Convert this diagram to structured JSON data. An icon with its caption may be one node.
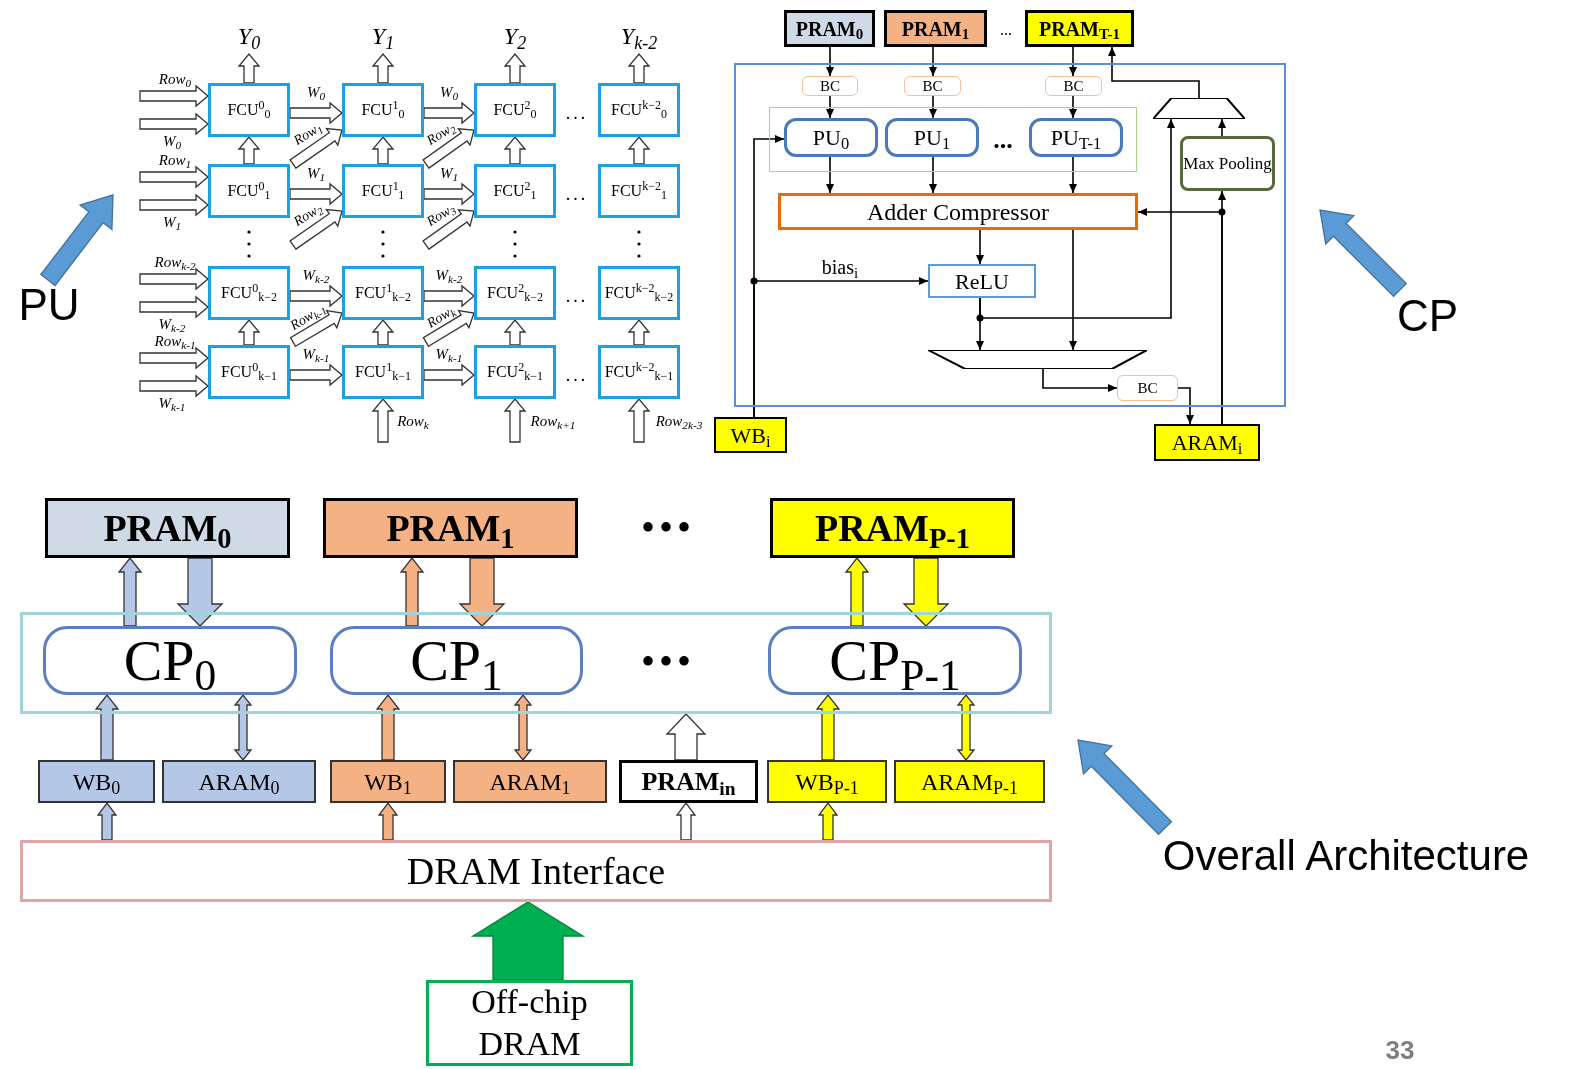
{
  "diagram": {
    "nodes": [
      {
        "text": [
          "FCU$^{0}$$_{0}$"
        ]
      },
      {
        "text": [
          "FCU$^{1}$$_{0}$"
        ]
      },
      {
        "text": [
          "FCU$^{2}$$_{0}$"
        ]
      },
      {
        "text": [
          "FCU$^{k−2}$$_{0}$"
        ]
      },
      {
        "text": [
          "FCU$^{0}$$_{1}$"
        ]
      },
      {
        "text": [
          "FCU$^{1}$$_{1}$"
        ]
      },
      {
        "text": [
          "FCU$^{2}$$_{1}$"
        ]
      },
      {
        "text": [
          "FCU$^{k−2}$$_{1}$"
        ]
      },
      {
        "text": [
          "FCU$^{0}$$_{k−2}$"
        ]
      },
      {
        "text": [
          "FCU$^{1}$$_{k−2}$"
        ]
      },
      {
        "text": [
          "FCU$^{2}$$_{k−2}$"
        ]
      },
      {
        "text": [
          "FCU$^{k−2}$$_{k−2}$"
        ]
      },
      {
        "text": [
          "FCU$^{0}$$_{k−1}$"
        ]
      },
      {
        "text": [
          "FCU$^{1}$$_{k−1}$"
        ]
      },
      {
        "text": [
          "FCU$^{2}$$_{k−1}$"
        ]
      },
      {
        "text": [
          "FCU$^{k−2}$$_{k−1}$"
        ]
      },
      {
        "text": [
          "PU"
        ]
      },
      {
        "text": [
          "PRAM$_{0}$"
        ]
      },
      {
        "text": [
          "PRAM$_{1}$"
        ]
      },
      {
        "text": [
          "PRAM$_{T-1}$"
        ]
      },
      {
        "text": [],
        "shape": "box"
      },
      {
        "text": [
          "BC"
        ],
        "in": 20
      },
      {
        "text": [
          "BC"
        ],
        "in": 20
      },
      {
        "text": [
          "BC"
        ],
        "in": 20
      },
      {
        "text": [],
        "shape": "box",
        "in": 20
      },
      {
        "text": [
          "PU$_{0}$"
        ],
        "in": 24
      },
      {
        "text": [
          "PU$_{1}$"
        ],
        "in": 24
      },
      {
        "text": [
          "PU$_{T-1}$"
        ],
        "in": 24
      },
      {
        "text": [],
        "shape": "trapezoid",
        "in": 20
      },
      {
        "text": [
          "Max Pooling"
        ],
        "in": 20
      },
      {
        "text": [
          "Adder Compressor"
        ],
        "in": 20
      },
      {
        "text": [
          "ReLU"
        ],
        "in": 20
      },
      {
        "text": [],
        "shape": "trapezoid",
        "in": 20
      },
      {
        "text": [
          "BC"
        ],
        "in": 20
      },
      {
        "text": [
          "WB$_{i}$"
        ]
      },
      {
        "text": [
          "ARAM$_{i}$"
        ]
      },
      {
        "text": [
          "CP"
        ]
      },
      {
        "text": [
          "PRAM$_{0}$"
        ]
      },
      {
        "text": [
          "PRAM$_{1}$"
        ]
      },
      {
        "text": [
          "PRAM$_{P-1}$"
        ]
      },
      {
        "text": [],
        "shape": "box"
      },
      {
        "text": [
          "CP$_{0}$"
        ],
        "in": 40
      },
      {
        "text": [
          "CP$_{1}$"
        ],
        "in": 40
      },
      {
        "text": [
          "CP$_{P-1}$"
        ],
        "in": 40
      },
      {
        "text": [
          "WB$_{0}$"
        ]
      },
      {
        "text": [
          "ARAM$_{0}$"
        ]
      },
      {
        "text": [
          "WB$_{1}$"
        ]
      },
      {
        "text": [
          "ARAM$_{1}$"
        ]
      },
      {
        "text": [
          "PRAM$_{in}$"
        ]
      },
      {
        "text": [
          "WB$_{P-1}$"
        ]
      },
      {
        "text": [
          "ARAM$_{P-1}$"
        ]
      },
      {
        "text": [
          "DRAM Interface"
        ]
      },
      {
        "text": [
          "Off-chip DRAM"
        ]
      },
      {
        "text": [
          "Overall Architecture"
        ]
      }
    ],
    "edges": [
      {
        "from": null,
        "to": 0,
        "arrow": "to",
        "label": "Row$_{0}$",
        "style": "thick"
      },
      {
        "from": null,
        "to": 0,
        "arrow": "to",
        "label": "W$_{0}$",
        "style": "thick"
      },
      {
        "from": null,
        "to": 4,
        "arrow": "to",
        "label": "Row$_{1}$",
        "style": "thick"
      },
      {
        "from": null,
        "to": 4,
        "arrow": "to",
        "label": "W$_{1}$",
        "style": "thick"
      },
      {
        "from": null,
        "to": 8,
        "arrow": "to",
        "label": "Row$_{k-2}$",
        "style": "thick"
      },
      {
        "from": null,
        "to": 8,
        "arrow": "to",
        "label": "W$_{k-2}$",
        "style": "thick"
      },
      {
        "from": null,
        "to": 12,
        "arrow": "to",
        "label": "Row$_{k-1}$",
        "style": "thick"
      },
      {
        "from": null,
        "to": 12,
        "arrow": "to",
        "label": "W$_{k-1}$",
        "style": "thick"
      },
      {
        "from": 0,
        "to": 1,
        "arrow": "to",
        "label": "W$_{0}$",
        "style": "thick"
      },
      {
        "from": 1,
        "to": 2,
        "arrow": "to",
        "label": "W$_{0}$",
        "style": "thick"
      },
      {
        "from": 4,
        "to": 5,
        "arrow": "to",
        "label": "W$_{1}$",
        "style": "thick"
      },
      {
        "from": 5,
        "to": 6,
        "arrow": "to",
        "label": "W$_{1}$",
        "style": "thick"
      },
      {
        "from": 8,
        "to": 9,
        "arrow": "to",
        "label": "W$_{k-2}$",
        "style": "thick"
      },
      {
        "from": 9,
        "to": 10,
        "arrow": "to",
        "label": "W$_{k-2}$",
        "style": "thick"
      },
      {
        "from": 12,
        "to": 13,
        "arrow": "to",
        "label": "W$_{k-1}$",
        "style": "thick"
      },
      {
        "from": 13,
        "to": 14,
        "arrow": "to",
        "label": "W$_{k-1}$",
        "style": "thick"
      },
      {
        "from": null,
        "to": 1,
        "arrow": "to",
        "label": "Row$_{1}$",
        "style": "thick"
      },
      {
        "from": null,
        "to": 2,
        "arrow": "to",
        "label": "Row$_{2}$",
        "style": "thick"
      },
      {
        "from": null,
        "to": 5,
        "arrow": "to",
        "label": "Row$_{2}$",
        "style": "thick"
      },
      {
        "from": null,
        "to": 6,
        "arrow": "to",
        "label": "Row$_{3}$",
        "style": "thick"
      },
      {
        "from": null,
        "to": 9,
        "arrow": "to",
        "label": "Row$_{k-1}$",
        "style": "thick"
      },
      {
        "from": null,
        "to": 10,
        "arrow": "to",
        "label": "Row$_{k}$",
        "style": "thick"
      },
      {
        "from": 4,
        "to": 0,
        "arrow": "to",
        "style": "thick"
      },
      {
        "from": 12,
        "to": 8,
        "arrow": "to",
        "style": "thick"
      },
      {
        "from": 5,
        "to": 1,
        "arrow": "to",
        "style": "thick"
      },
      {
        "from": 13,
        "to": 9,
        "arrow": "to",
        "style": "thick"
      },
      {
        "from": 6,
        "to": 2,
        "arrow": "to",
        "style": "thick"
      },
      {
        "from": 14,
        "to": 10,
        "arrow": "to",
        "style": "thick"
      },
      {
        "from": 7,
        "to": 3,
        "arrow": "to",
        "style": "thick"
      },
      {
        "from": 15,
        "to": 11,
        "arrow": "to",
        "style": "thick"
      },
      {
        "from": 0,
        "to": null,
        "arrow": "to",
        "label": "Y$_{0}$",
        "style": "thick"
      },
      {
        "from": 1,
        "to": null,
        "arrow": "to",
        "label": "Y$_{1}$",
        "style": "thick"
      },
      {
        "from": 2,
        "to": null,
        "arrow": "to",
        "label": "Y$_{2}$",
        "style": "thick"
      },
      {
        "from": 3,
        "to": null,
        "arrow": "to",
        "label": "Y$_{k-2}$",
        "style": "thick"
      },
      {
        "from": null,
        "to": 13,
        "arrow": "to",
        "label": "Row$_{k}$",
        "style": "thick"
      },
      {
        "from": null,
        "to": 14,
        "arrow": "to",
        "label": "Row$_{k+1}$",
        "style": "thick"
      },
      {
        "from": null,
        "to": 15,
        "arrow": "to",
        "label": "Row$_{2k-3}$",
        "style": "thick"
      },
      {
        "from": 16,
        "to": null,
        "arrow": "to",
        "style": "thick",
        "color": "#5b9bd5"
      },
      {
        "from": 17,
        "to": 21,
        "arrow": "to"
      },
      {
        "from": 21,
        "to": 25,
        "arrow": "to"
      },
      {
        "from": 18,
        "to": 22,
        "arrow": "to"
      },
      {
        "from": 22,
        "to": 26,
        "arrow": "to"
      },
      {
        "from": 19,
        "to": 23,
        "arrow": "to"
      },
      {
        "from": 23,
        "to": 27,
        "arrow": "to"
      },
      {
        "from": 25,
        "to": 30,
        "arrow": "to"
      },
      {
        "from": 26,
        "to": 30,
        "arrow": "to"
      },
      {
        "from": 27,
        "to": 30,
        "arrow": "to"
      },
      {
        "from": 34,
        "to": 25,
        "arrow": "to"
      },
      {
        "from": 34,
        "to": 31,
        "arrow": "to",
        "label": "bias$_{i}$"
      },
      {
        "from": 30,
        "to": 31,
        "arrow": "to"
      },
      {
        "from": 30,
        "to": 32,
        "arrow": "to"
      },
      {
        "from": 31,
        "to": 32,
        "arrow": "to"
      },
      {
        "from": 31,
        "to": 28,
        "arrow": "to"
      },
      {
        "from": 28,
        "to": 19,
        "arrow": "to"
      },
      {
        "from": 29,
        "to": 28,
        "arrow": "to"
      },
      {
        "from": 35,
        "to": 29,
        "arrow": "to"
      },
      {
        "from": 35,
        "to": 30,
        "arrow": "to"
      },
      {
        "from": 32,
        "to": 33,
        "arrow": "to"
      },
      {
        "from": 33,
        "to": 35,
        "arrow": "to"
      },
      {
        "from": 36,
        "to": null,
        "arrow": "to",
        "style": "thick",
        "color": "#5b9bd5"
      },
      {
        "from": 41,
        "to": 37,
        "arrow": "to",
        "style": "thick",
        "color": "#b4c7e7"
      },
      {
        "from": 37,
        "to": 41,
        "arrow": "to",
        "style": "thick",
        "color": "#b4c7e7"
      },
      {
        "from": 42,
        "to": 38,
        "arrow": "to",
        "style": "thick",
        "color": "#f4b183"
      },
      {
        "from": 38,
        "to": 42,
        "arrow": "to",
        "style": "thick",
        "color": "#f4b183"
      },
      {
        "from": 43,
        "to": 39,
        "arrow": "to",
        "style": "thick",
        "color": "#ffff00"
      },
      {
        "from": 39,
        "to": 43,
        "arrow": "to",
        "style": "thick",
        "color": "#ffff00"
      },
      {
        "from": 44,
        "to": 41,
        "arrow": "to",
        "style": "thick",
        "color": "#b4c7e7"
      },
      {
        "from": 45,
        "to": 41,
        "arrow": "both",
        "style": "thick",
        "color": "#b4c7e7"
      },
      {
        "from": 46,
        "to": 42,
        "arrow": "to",
        "style": "thick",
        "color": "#f4b183"
      },
      {
        "from": 47,
        "to": 42,
        "arrow": "both",
        "style": "thick",
        "color": "#f4b183"
      },
      {
        "from": 48,
        "to": 40,
        "arrow": "to",
        "style": "thick"
      },
      {
        "from": 49,
        "to": 43,
        "arrow": "to",
        "style": "thick",
        "color": "#ffff00"
      },
      {
        "from": 50,
        "to": 43,
        "arrow": "both",
        "style": "thick",
        "color": "#ffff00"
      },
      {
        "from": 51,
        "to": 44,
        "arrow": "to",
        "style": "thick",
        "color": "#b4c7e7"
      },
      {
        "from": 51,
        "to": 46,
        "arrow": "to",
        "style": "thick",
        "color": "#f4b183"
      },
      {
        "from": 51,
        "to": 48,
        "arrow": "to",
        "style": "thick"
      },
      {
        "from": 51,
        "to": 49,
        "arrow": "to",
        "style": "thick",
        "color": "#ffff00"
      },
      {
        "from": 52,
        "to": 51,
        "arrow": "to",
        "style": "thick",
        "color": "#00b050"
      },
      {
        "from": 53,
        "to": null,
        "arrow": "to",
        "style": "thick",
        "color": "#5b9bd5"
      }
    ],
    "labels": [
      "...",
      "...",
      "...",
      "...",
      "...",
      "...",
      "•••",
      "•••",
      "33"
    ]
  }
}
